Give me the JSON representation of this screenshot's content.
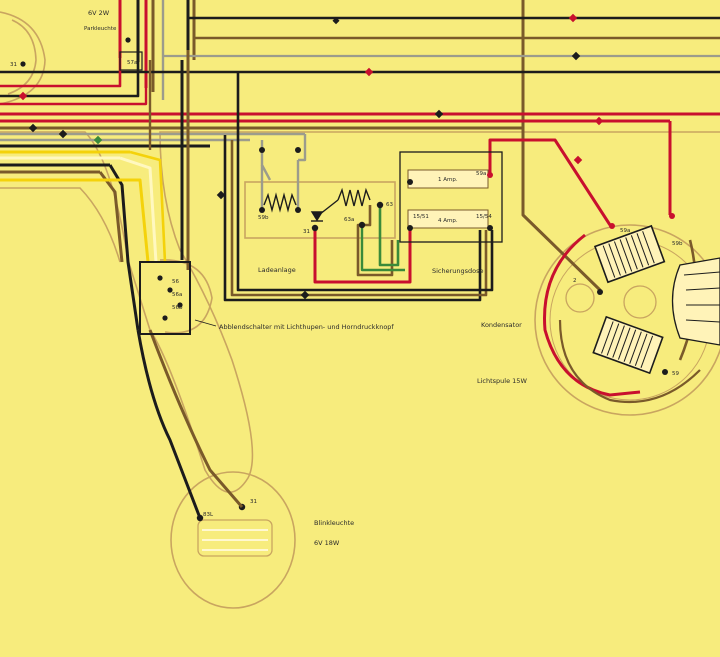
{
  "labels": {
    "lamp_top": "6V 2W",
    "parkleuchte": "Parkleuchte",
    "t57a": "57a",
    "t31_top": "31",
    "t59b_left": "59b",
    "t31_rect": "31",
    "t63a": "63a",
    "t63": "63",
    "ladeanlage": "Ladeanlage",
    "fuse_1amp": "1 Amp.",
    "fuse_4amp": "4 Amp.",
    "t59a_fuse": "59a",
    "t15_51": "15/51",
    "t15_54": "15/54",
    "sicherungsdose": "Sicherungsdose",
    "t56": "56",
    "t56a": "56a",
    "t56b": "56b",
    "abblendschalter": "Abblendschalter mit Lichthupen- und Horndruckknopf",
    "kondensator": "Kondensator",
    "t59a_mag": "59a",
    "t59b_mag": "59b",
    "t2": "2",
    "t59": "59",
    "lichtspule": "Lichtspule 15W",
    "t83l": "83L",
    "t31_bottom": "31",
    "blinkleuchte": "Blinkleuchte",
    "lamp_bottom": "6V 18W"
  },
  "colors": {
    "background": "#f7ec7d",
    "red": "#c8102e",
    "black": "#1c1c1c",
    "brown": "#7a5a2a",
    "grey": "#9c9c8c",
    "green": "#3a8a3a",
    "yellow": "#f4d20a",
    "outline": "#c9a560"
  }
}
